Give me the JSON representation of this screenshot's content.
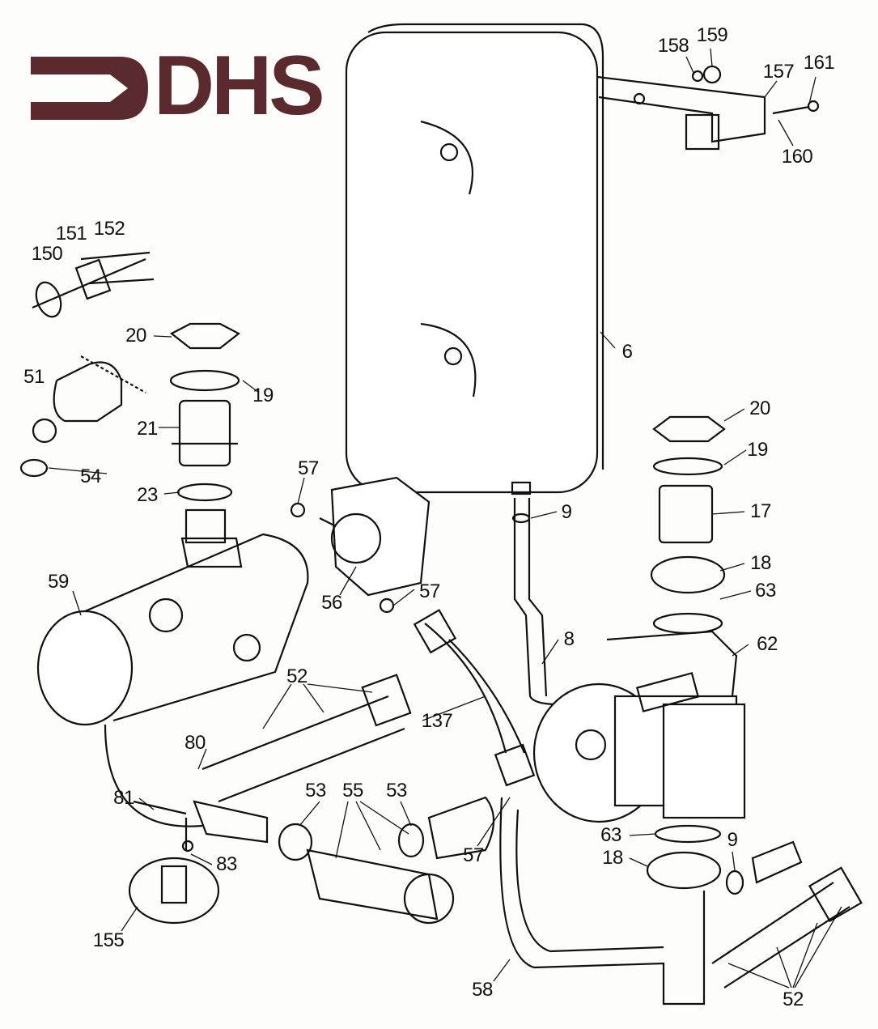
{
  "logo": {
    "text": "DHS",
    "color": "#5a2a2e"
  },
  "labels": [
    "158",
    "159",
    "161",
    "157",
    "160",
    "151",
    "152",
    "150",
    "20",
    "19",
    "6",
    "51",
    "21",
    "54",
    "23",
    "57",
    "56",
    "57",
    "9",
    "20",
    "19",
    "17",
    "18",
    "63",
    "62",
    "59",
    "52",
    "137",
    "8",
    "80",
    "81",
    "83",
    "155",
    "53",
    "55",
    "53",
    "57",
    "63",
    "18",
    "9",
    "58",
    "52"
  ]
}
